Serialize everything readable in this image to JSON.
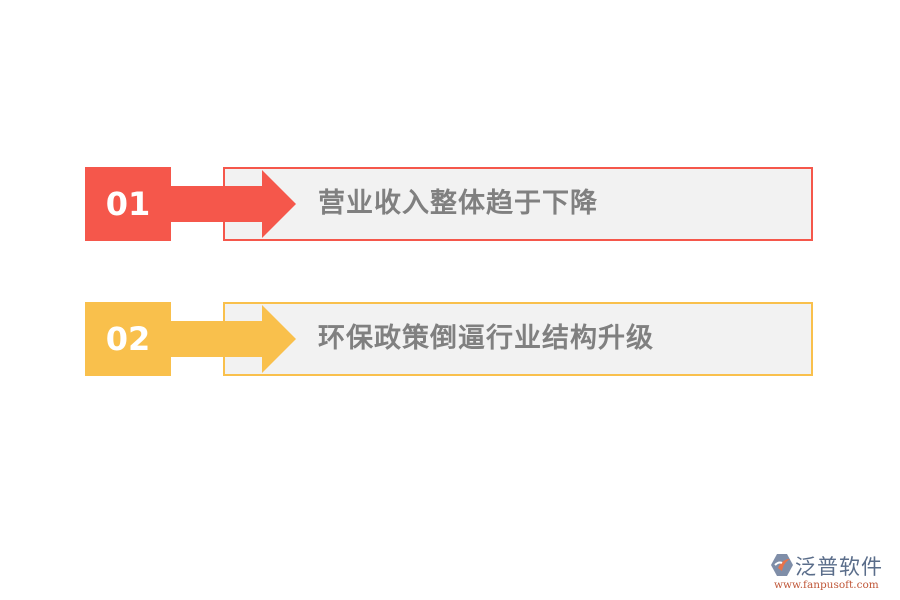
{
  "items": [
    {
      "number": "01",
      "text": "营业收入整体趋于下降",
      "color": "#f5574b"
    },
    {
      "number": "02",
      "text": "环保政策倒逼行业结构升级",
      "color": "#f9c04c"
    }
  ],
  "logo": {
    "name": "泛普软件",
    "url": "www.fanpusoft.com",
    "icon": "fanpu-logo-icon"
  }
}
